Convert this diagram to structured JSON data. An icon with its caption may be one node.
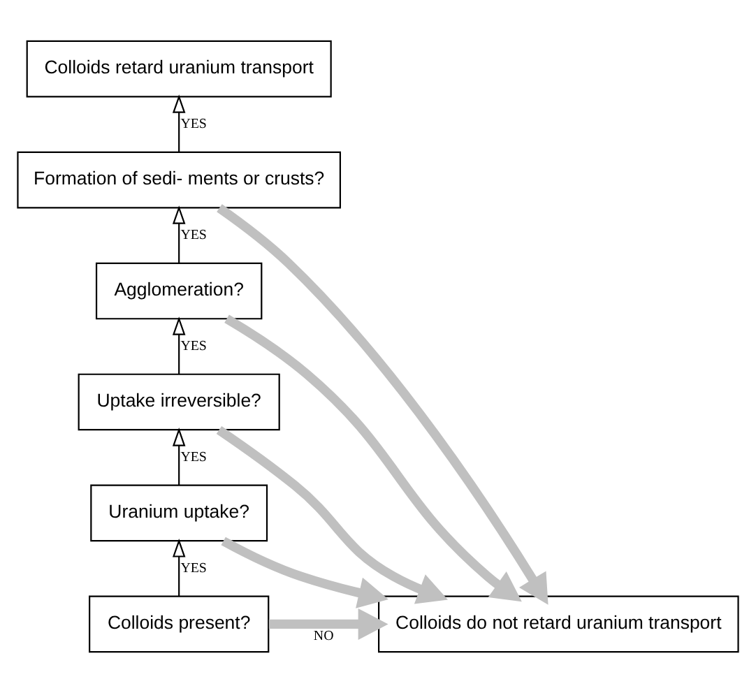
{
  "diagram": {
    "nodes": [
      {
        "text": [
          "Colloids present?"
        ]
      },
      {
        "text": [
          "Uranium uptake?"
        ]
      },
      {
        "text": [
          "Uptake irreversible?"
        ]
      },
      {
        "text": [
          "Agglomeration?"
        ]
      },
      {
        "text": [
          "Formation of sedi- ments or crusts?"
        ]
      },
      {
        "text": [
          "Colloids retard uranium transport"
        ]
      },
      {
        "text": [
          "Colloids do not retard uranium transport"
        ]
      }
    ],
    "edges": [
      {
        "from": 0,
        "to": 1,
        "arrow": "to",
        "label": "YES"
      },
      {
        "from": 1,
        "to": 2,
        "arrow": "to",
        "label": "YES"
      },
      {
        "from": 2,
        "to": 3,
        "arrow": "to",
        "label": "YES"
      },
      {
        "from": 3,
        "to": 4,
        "arrow": "to",
        "label": "YES"
      },
      {
        "from": 4,
        "to": 5,
        "arrow": "to",
        "label": "YES"
      },
      {
        "from": 0,
        "to": 6,
        "arrow": "to",
        "style": "thick",
        "color": "#c0c0c0",
        "label": "NO"
      },
      {
        "from": 1,
        "to": 6,
        "arrow": "to",
        "style": "thick",
        "color": "#c0c0c0"
      },
      {
        "from": 2,
        "to": 6,
        "arrow": "to",
        "style": "thick",
        "color": "#c0c0c0"
      },
      {
        "from": 3,
        "to": 6,
        "arrow": "to",
        "style": "thick",
        "color": "#c0c0c0"
      },
      {
        "from": 4,
        "to": 6,
        "arrow": "to",
        "style": "thick",
        "color": "#c0c0c0"
      }
    ]
  }
}
